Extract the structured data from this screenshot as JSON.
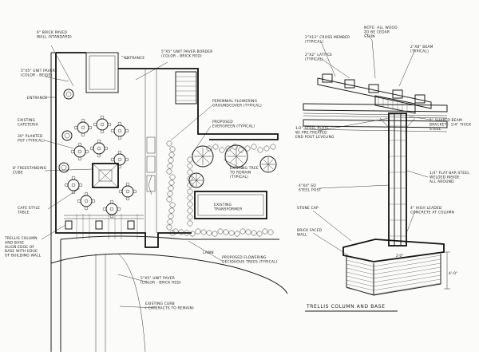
{
  "plan": {
    "labels": {
      "brick_paved_wall": [
        "6\" BRICK PAVED",
        "WALL (STANDARD)"
      ],
      "entrance_top": "ENTRANCE",
      "unit_paver_border_top": [
        "5\"X5\" UNIT PAVER BORDER",
        "(COLOR - BRICK RED)"
      ],
      "unit_paver_beige": [
        "5\"X5\" UNIT PAVER",
        "(COLOR - BEIGE)"
      ],
      "entrance_left": "ENTRANCE",
      "existing_cafeteria": [
        "EXISTING",
        "CAFETERIA"
      ],
      "planted_pot": [
        "30\" PLANTED",
        "POT (TYPICAL)"
      ],
      "freestanding_cube": [
        "8' FREESTANDING",
        "CUBE"
      ],
      "cafe_table": [
        "CAFE STYLE",
        "TABLE"
      ],
      "trellis_column_base": [
        "TRELLIS COLUMN",
        "AND BASE",
        "ALIGN EDGE OF",
        "BASE WITH EDGE",
        "OF BUILDING WALL"
      ],
      "paver_brick_red": [
        "5\"X5\" UNIT PAVER",
        "(COLOR - BRICK RED)"
      ],
      "existing_curb": [
        "EXISTING CURB",
        "( CATERACTS TO REMAIN)"
      ],
      "flowering_groundcover": [
        "PERENNIAL FLOWERING",
        "GROUNDCOVER (TYPICAL)"
      ],
      "proposed_evergreen": [
        "PROPOSED",
        "EVERGREEN (TYPICAL)"
      ],
      "existing_tree": [
        "EXISTING TREE",
        "TO REMAIN",
        "(TYPICAL)"
      ],
      "existing_transformer": [
        "EXISTING",
        "TRANSFORMER"
      ],
      "lawn": "LAWN",
      "proposed_deciduous": [
        "PROPOSED FLOWERING",
        "DECIDUOUS TREES (TYPICAL)"
      ]
    }
  },
  "detail": {
    "title": "TRELLIS COLUMN AND BASE",
    "labels": {
      "cross_member": [
        "2\"X12\" CROSS MEMBER",
        "(TYPICAL)"
      ],
      "all_wood_note": [
        "NOTE:  ALL WOOD",
        "TO BE CEDAR",
        "STAIN"
      ],
      "lattice": [
        "2\"X2\" LATTICE",
        "(TYPICAL)"
      ],
      "beam": [
        "2\"X8\" BEAM",
        "(TYPICAL)"
      ],
      "steel_plate": [
        "1/2\" STEEL PLATE",
        "W/ PRE-TREATED",
        "END POST LEVELING"
      ],
      "shaped_bracket": [
        "2\" SHAPED BEAM",
        "BRACKET - 1/4\" THICK",
        "STEEL"
      ],
      "flat_bar": [
        "1/4\" FLAT BAR STEEL",
        "WELDED INSIDE",
        "ALL AROUND"
      ],
      "steel_post": [
        "4\"X4\" SQ",
        "STEEL POST"
      ],
      "stone_cap": "STONE CAP",
      "brick_faced_wall": [
        "BRICK FACED",
        "WALL"
      ],
      "anchor_bolt": [
        "4\" HIGH LEADED",
        "CONCRETE AT COLUMN"
      ],
      "dim_height": "4'-0\"",
      "dim_base": "2'0\""
    }
  }
}
